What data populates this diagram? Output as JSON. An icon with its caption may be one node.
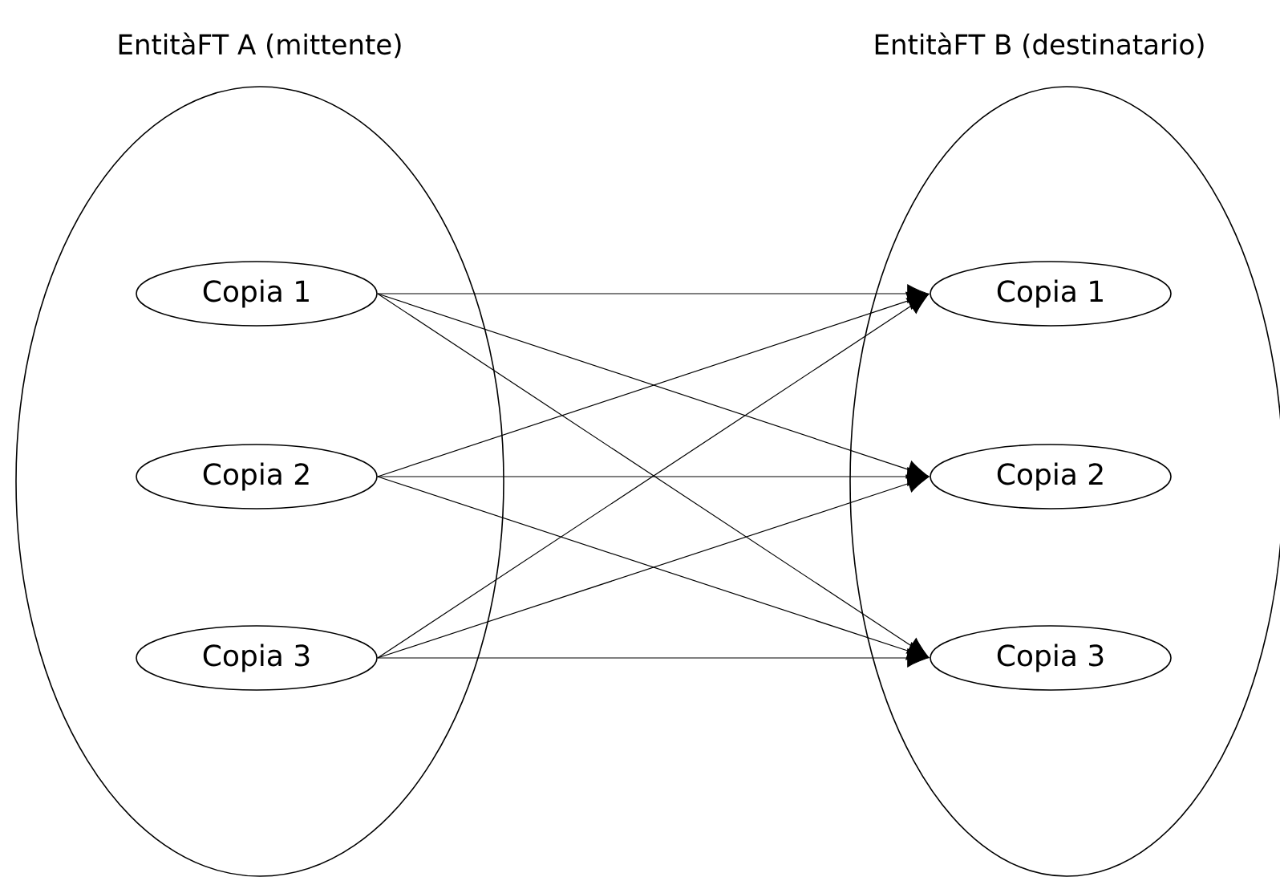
{
  "diagram": {
    "nodes": [
      {
        "text": [
          "EntitàFT A (mittente)"
        ]
      },
      {
        "text": [
          "Copia 1"
        ],
        "in": 0
      },
      {
        "text": [
          "Copia 2"
        ],
        "in": 0
      },
      {
        "text": [
          "Copia 3"
        ],
        "in": 0
      },
      {
        "text": [
          "EntitàFT B (destinatario)"
        ]
      },
      {
        "text": [
          "Copia 1"
        ],
        "in": 4
      },
      {
        "text": [
          "Copia 2"
        ],
        "in": 4
      },
      {
        "text": [
          "Copia 3"
        ],
        "in": 4
      }
    ],
    "edges": [
      {
        "from": 1,
        "to": 5,
        "arrow": "to"
      },
      {
        "from": 1,
        "to": 6,
        "arrow": "to"
      },
      {
        "from": 1,
        "to": 7,
        "arrow": "to"
      },
      {
        "from": 2,
        "to": 5,
        "arrow": "to"
      },
      {
        "from": 2,
        "to": 6,
        "arrow": "to"
      },
      {
        "from": 2,
        "to": 7,
        "arrow": "to"
      },
      {
        "from": 3,
        "to": 5,
        "arrow": "to"
      },
      {
        "from": 3,
        "to": 6,
        "arrow": "to"
      },
      {
        "from": 3,
        "to": 7,
        "arrow": "to"
      }
    ]
  }
}
